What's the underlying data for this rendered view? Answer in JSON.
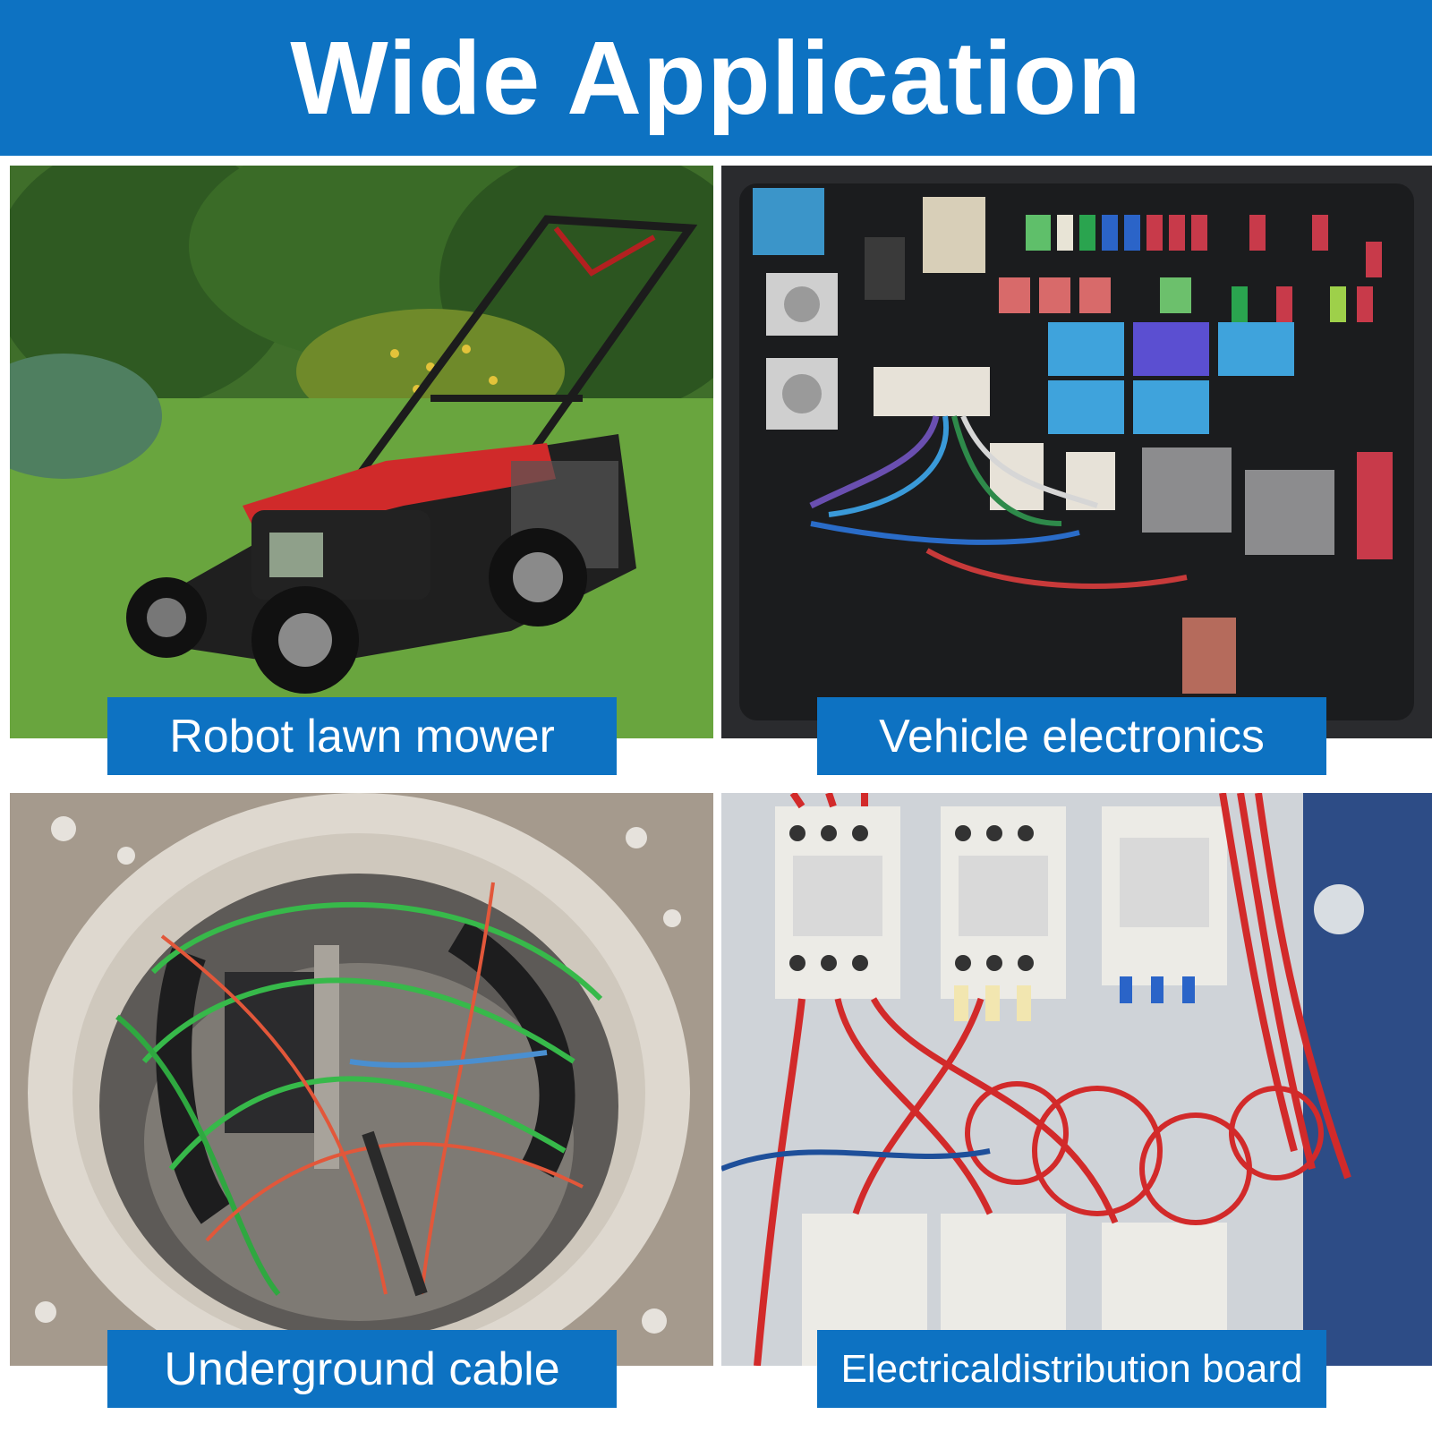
{
  "header": {
    "title": "Wide Application"
  },
  "tiles": [
    {
      "label": "Robot lawn mower",
      "picture": "lawn-mower-photo"
    },
    {
      "label": "Vehicle electronics",
      "picture": "fuse-box-photo"
    },
    {
      "label": "Underground cable",
      "picture": "underground-cable-photo"
    },
    {
      "label": "Electricaldistribution board",
      "picture": "distribution-board-photo"
    }
  ],
  "colors": {
    "banner": "#0d72c2",
    "label_bg": "#0d72c2",
    "text": "#ffffff",
    "background": "#ffffff"
  }
}
